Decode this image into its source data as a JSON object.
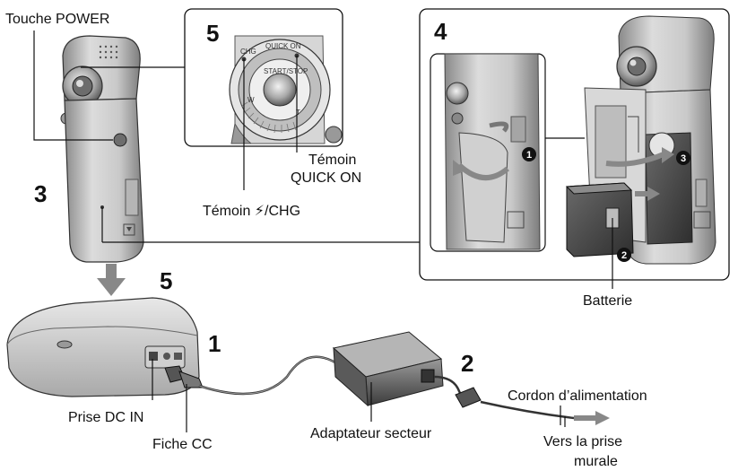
{
  "steps": {
    "s1": "1",
    "s2": "2",
    "s3": "3",
    "s4": "4",
    "s5_top": "5",
    "s5_mid": "5"
  },
  "labels": {
    "power_button": "Touche POWER",
    "quick_on_l1": "Témoin",
    "quick_on_l2": "QUICK ON",
    "chg_prefix": "Témoin ",
    "chg_suffix": "/CHG",
    "battery": "Batterie",
    "dc_in": "Prise DC IN",
    "dc_plug": "Fiche CC",
    "ac_adapter": "Adaptateur secteur",
    "power_cord": "Cordon d’alimentation",
    "wall_l1": "Vers la prise",
    "wall_l2": "murale"
  },
  "dial": {
    "start_stop": "START/STOP",
    "quick_on": "QUICK ON",
    "chg": "CHG"
  },
  "markers": [
    "1",
    "2",
    "3"
  ]
}
